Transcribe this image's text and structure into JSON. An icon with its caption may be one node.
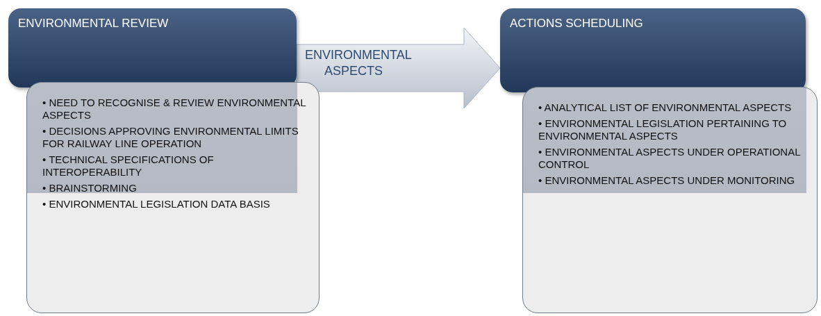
{
  "diagram": {
    "nodes": [
      {
        "text": [
          "ENVIRONMENTAL REVIEW"
        ]
      },
      {
        "text": [
          "• NEED TO RECOGNISE & REVIEW ENVIRONMENTAL ASPECTS",
          "• DECISIONS APPROVING ENVIRONMENTAL LIMITS FOR RAILWAY LINE OPERATION",
          "• TECHNICAL SPECIFICATIONS OF INTEROPERABILITY",
          "• BRAINSTORMING",
          "• ENVIRONMENTAL LEGISLATION DATA BASIS"
        ]
      },
      {
        "text": [
          "ACTIONS SCHEDULING"
        ]
      },
      {
        "text": [
          "• ANALYTICAL LIST OF ENVIRONMENTAL ASPECTS",
          "• ENVIRONMENTAL LEGISLATION PERTAINING TO ENVIRONMENTAL ASPECTS",
          "• ENVIRONMENTAL ASPECTS UNDER OPERATIONAL CONTROL",
          "• ENVIRONMENTAL ASPECTS UNDER MONITORING"
        ]
      }
    ],
    "edges": [
      {
        "from": 0,
        "to": 2,
        "arrow": "to",
        "label": "ENVIRONMENTAL ASPECTS"
      }
    ]
  }
}
